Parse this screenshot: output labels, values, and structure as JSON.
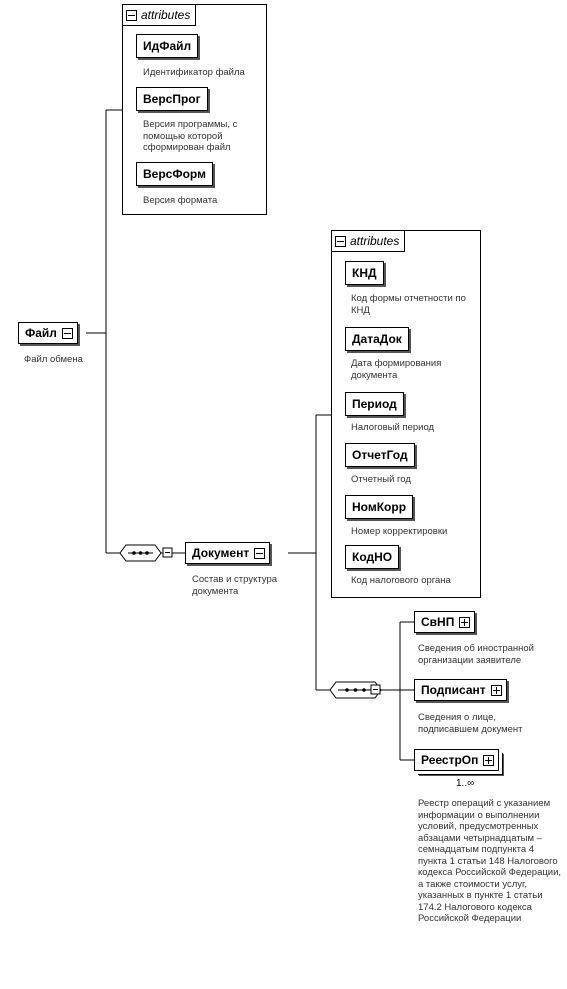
{
  "attributes_label": "attributes",
  "root": {
    "name": "Файл",
    "desc": "Файл обмена",
    "attributes": [
      {
        "name": "ИдФайл",
        "desc": "Идентификатор файла"
      },
      {
        "name": "ВерсПрог",
        "desc": "Версия программы, с помощью которой сформирован файл"
      },
      {
        "name": "ВерсФорм",
        "desc": "Версия формата"
      }
    ]
  },
  "document": {
    "name": "Документ",
    "desc": "Состав и структура документа",
    "attributes": [
      {
        "name": "КНД",
        "desc": "Код формы отчетности по КНД"
      },
      {
        "name": "ДатаДок",
        "desc": "Дата формирования документа"
      },
      {
        "name": "Период",
        "desc": "Налоговый период"
      },
      {
        "name": "ОтчетГод",
        "desc": "Отчетный год"
      },
      {
        "name": "НомКорр",
        "desc": "Номер корректировки"
      },
      {
        "name": "КодНО",
        "desc": "Код налогового органа"
      }
    ],
    "children": [
      {
        "name": "СвНП",
        "desc": "Сведения об иностранной организации заявителе"
      },
      {
        "name": "Подписант",
        "desc": "Сведения о лице, подписавшем документ"
      },
      {
        "name": "РеестрОп",
        "cardinality": "1..∞",
        "desc": "Реестр операций с указанием информации о выполнении условий, предусмотренных абзацами четырнадцатым – семнадцатым подпункта 4 пункта 1 статьи 148 Налогового кодекса Российской Федерации, а также стоимости услуг, указанных в пункте 1 статьи 174.2 Налогового кодекса Российской Федерации"
      }
    ]
  }
}
